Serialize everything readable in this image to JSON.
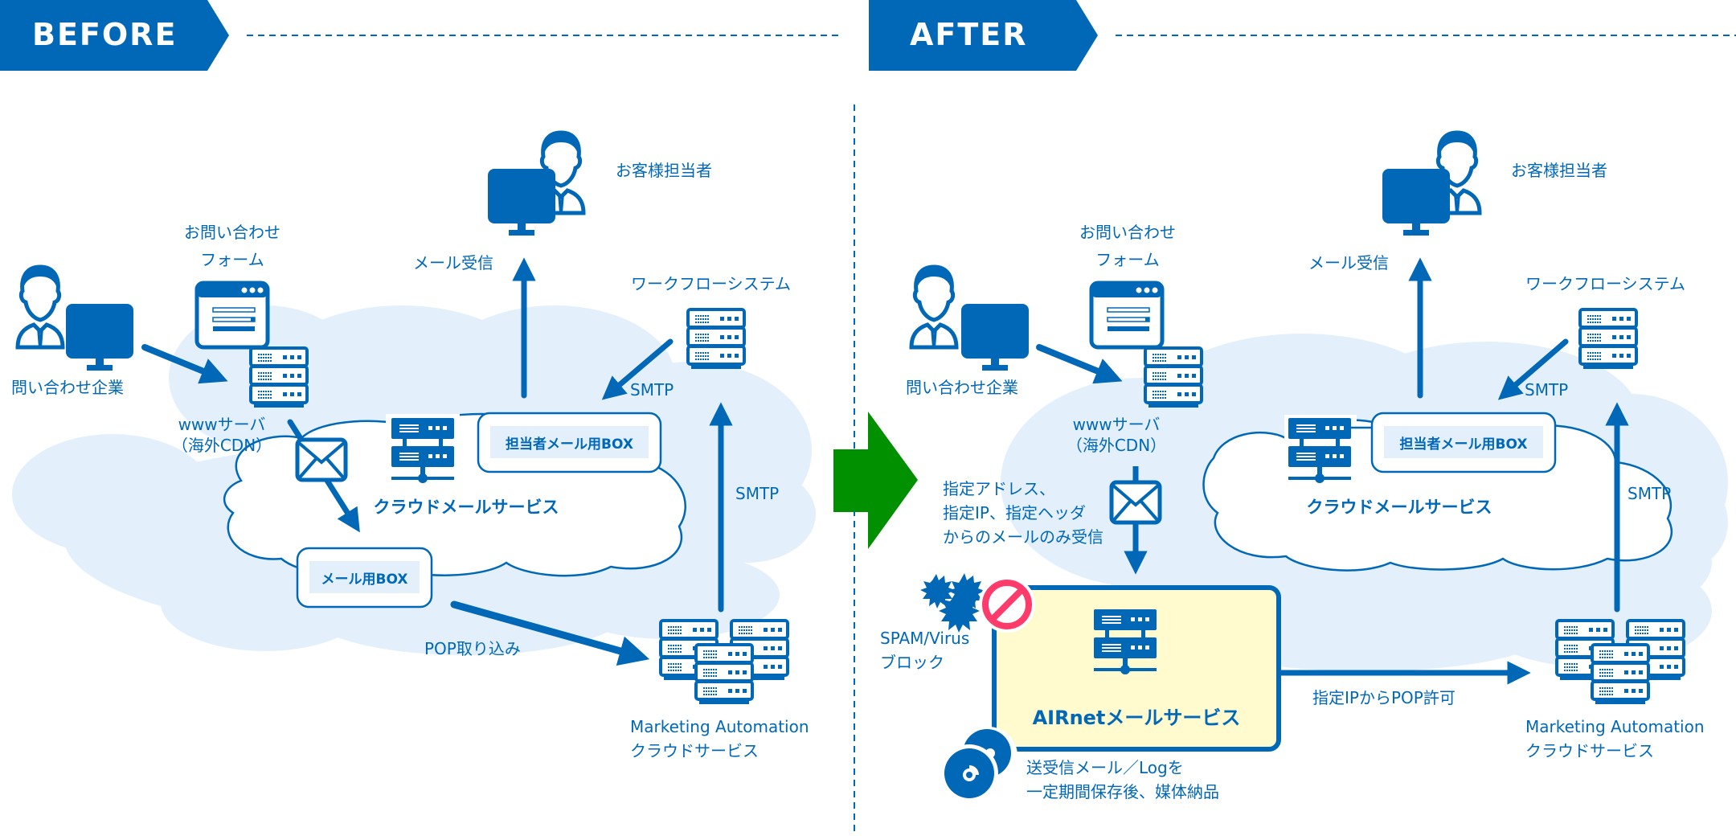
{
  "colors": {
    "primary": "#0068b7",
    "cloud_light": "#e3f0fc",
    "arrow_green": "#009000",
    "airnet_fill": "#fffbcf",
    "block_red": "#ff3b6b"
  },
  "before": {
    "banner": "BEFORE",
    "inquiry_company": "問い合わせ企業",
    "form_label_line1": "お問い合わせ",
    "form_label_line2": "フォーム",
    "www_server_line1": "wwwサーバ",
    "www_server_line2": "（海外CDN）",
    "customer_rep": "お客様担当者",
    "mail_receive": "メール受信",
    "workflow_system": "ワークフローシステム",
    "smtp_workflow": "SMTP",
    "smtp_ma": "SMTP",
    "rep_mailbox": "担当者メール用BOX",
    "mailbox": "メール用BOX",
    "cloud_mail_service": "クラウドメールサービス",
    "pop_import": "POP取り込み",
    "ma_line1": "Marketing Automation",
    "ma_line2": "クラウドサービス"
  },
  "after": {
    "banner": "AFTER",
    "inquiry_company": "問い合わせ企業",
    "form_label_line1": "お問い合わせ",
    "form_label_line2": "フォーム",
    "www_server_line1": "wwwサーバ",
    "www_server_line2": "（海外CDN）",
    "customer_rep": "お客様担当者",
    "mail_receive": "メール受信",
    "workflow_system": "ワークフローシステム",
    "smtp_workflow": "SMTP",
    "smtp_ma": "SMTP",
    "rep_mailbox": "担当者メール用BOX",
    "cloud_mail_service": "クラウドメールサービス",
    "filter_line1": "指定アドレス、",
    "filter_line2": "指定IP、指定ヘッダ",
    "filter_line3": "からのメールのみ受信",
    "spam_line1": "SPAM/Virus",
    "spam_line2": "ブロック",
    "airnet_service": "AIRnetメールサービス",
    "archive_line1": "送受信メール／Logを",
    "archive_line2": "一定期間保存後、媒体納品",
    "pop_allow": "指定IPからPOP許可",
    "ma_line1": "Marketing Automation",
    "ma_line2": "クラウドサービス"
  }
}
